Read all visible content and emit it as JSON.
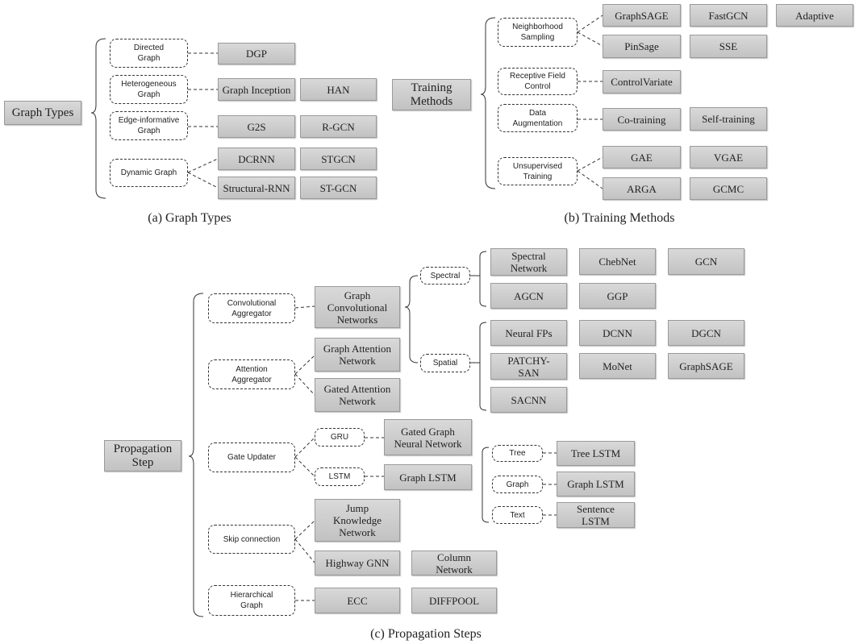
{
  "captions": {
    "a": "(a) Graph Types",
    "b": "(b) Training Methods",
    "c": "(c) Propagation Steps"
  },
  "graph_types": {
    "root": "Graph Types",
    "directed": "Directed\nGraph",
    "dgp": "DGP",
    "heterogeneous": "Heterogeneous\nGraph",
    "graph_inception": "Graph Inception",
    "han": "HAN",
    "edge_informative": "Edge-informative\nGraph",
    "g2s": "G2S",
    "rgcn": "R-GCN",
    "dynamic": "Dynamic Graph",
    "dcrnn": "DCRNN",
    "stgcn": "STGCN",
    "structural_rnn": "Structural-RNN",
    "st_gcn": "ST-GCN"
  },
  "training_methods": {
    "root": "Training\nMethods",
    "neighborhood": "Neighborhood\nSampling",
    "graphsage": "GraphSAGE",
    "fastgcn": "FastGCN",
    "adaptive": "Adaptive",
    "pinsage": "PinSage",
    "sse": "SSE",
    "receptive": "Receptive Field\nControl",
    "controlvariate": "ControlVariate",
    "augmentation": "Data\nAugmentation",
    "cotraining": "Co-training",
    "selftraining": "Self-training",
    "unsupervised": "Unsupervised\nTraining",
    "gae": "GAE",
    "vgae": "VGAE",
    "arga": "ARGA",
    "gcmc": "GCMC"
  },
  "propagation": {
    "root": "Propagation\nStep",
    "conv_agg": "Convolutional\nAggregator",
    "gcn_networks": "Graph\nConvolutional\nNetworks",
    "spectral": "Spectral",
    "spatial": "Spatial",
    "spectral_network": "Spectral\nNetwork",
    "chebnet": "ChebNet",
    "gcn": "GCN",
    "agcn": "AGCN",
    "ggp": "GGP",
    "neural_fps": "Neural FPs",
    "dcnn": "DCNN",
    "dgcn": "DGCN",
    "patchy_san": "PATCHY-\nSAN",
    "monet": "MoNet",
    "graphsage": "GraphSAGE",
    "sacnn": "SACNN",
    "attn_agg": "Attention\nAggregator",
    "gat": "Graph Attention\nNetwork",
    "gated_attn": "Gated Attention\nNetwork",
    "gate_updater": "Gate Updater",
    "gru": "GRU",
    "ggnn": "Gated Graph\nNeural Network",
    "lstm": "LSTM",
    "graph_lstm": "Graph LSTM",
    "tree": "Tree",
    "tree_lstm": "Tree LSTM",
    "graph": "Graph",
    "graph_lstm2": "Graph LSTM",
    "text": "Text",
    "sentence_lstm": "Sentence\nLSTM",
    "skip": "Skip connection",
    "jump": "Jump\nKnowledge\nNetwork",
    "highway": "Highway GNN",
    "column": "Column\nNetwork",
    "hierarchical": "Hierarchical\nGraph",
    "ecc": "ECC",
    "diffpool": "DIFFPOOL"
  }
}
